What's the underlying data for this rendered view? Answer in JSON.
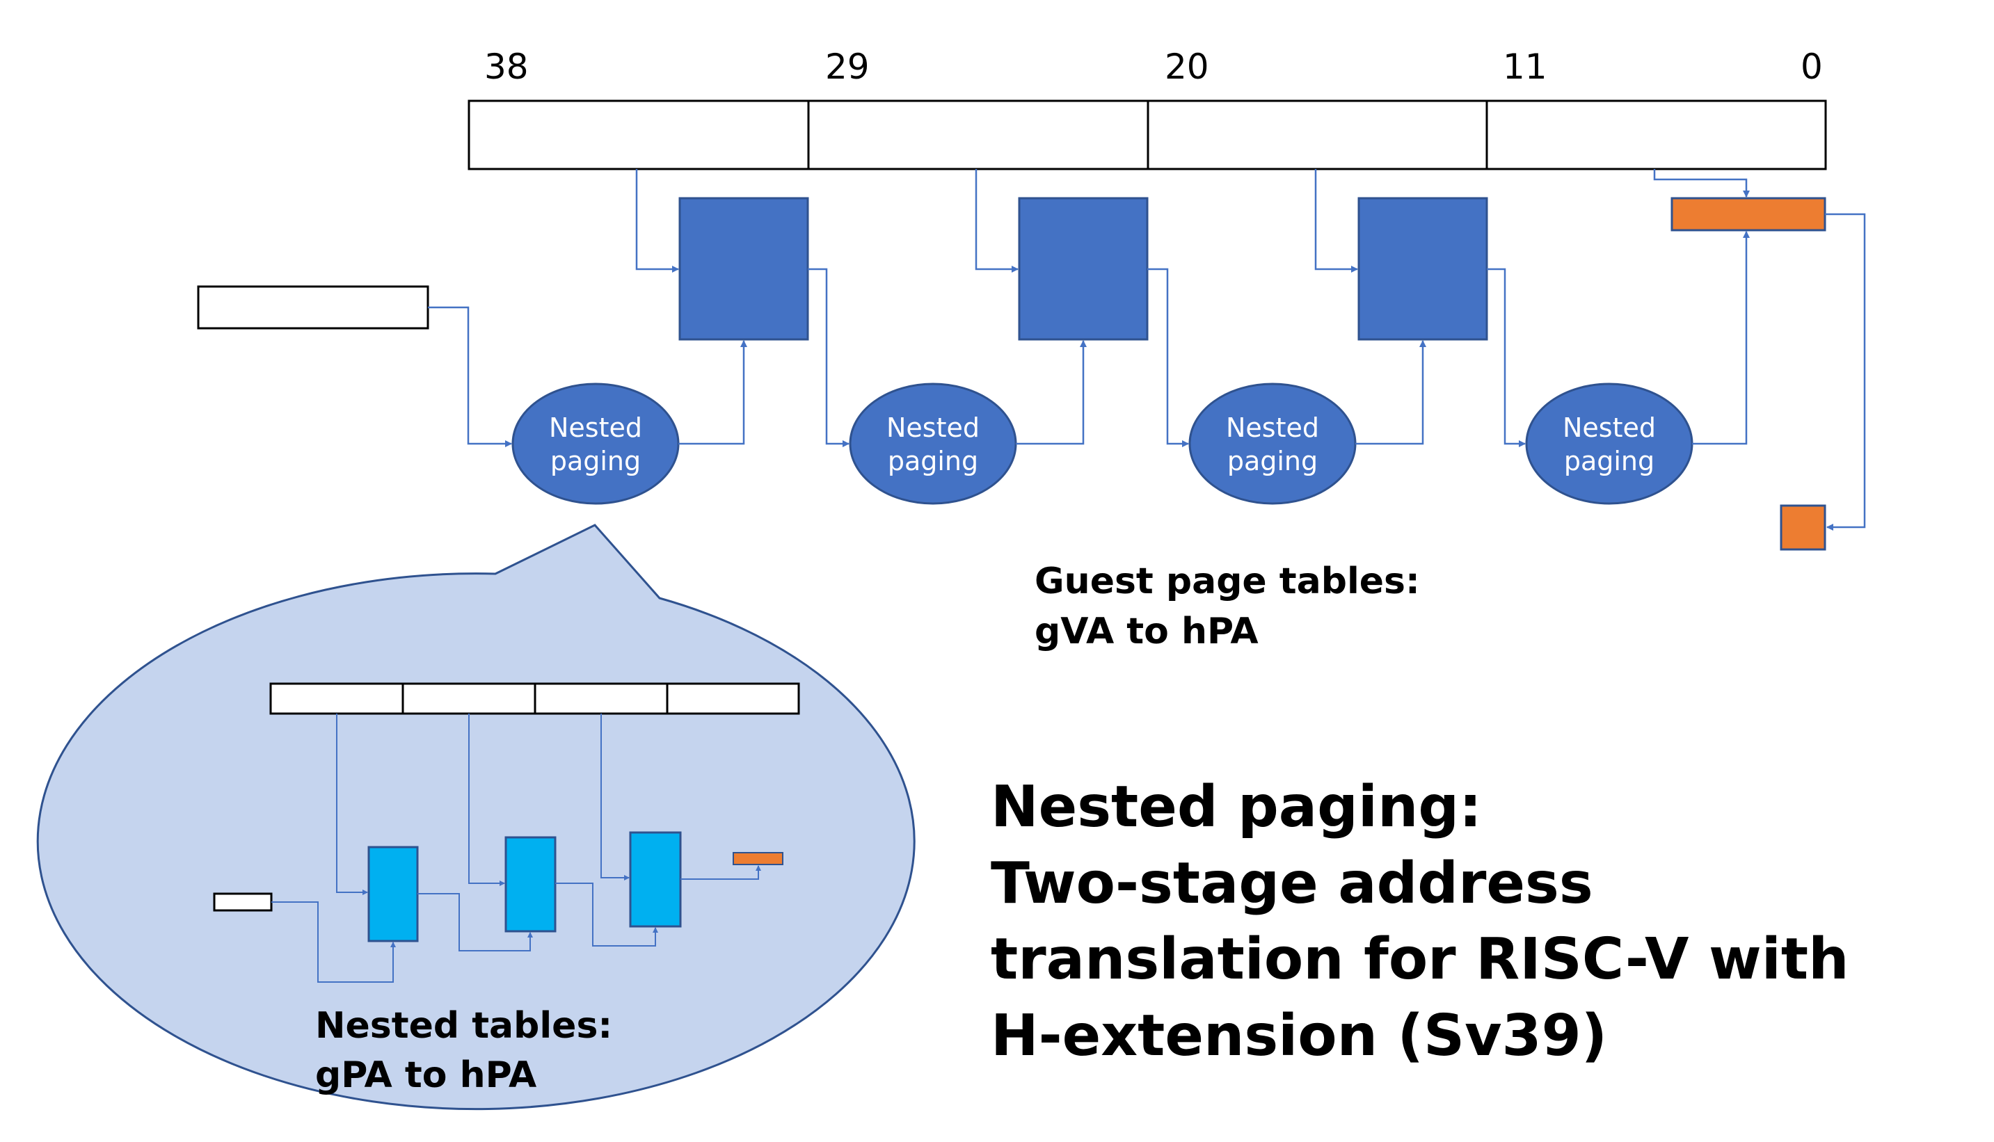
{
  "bit_labels": [
    "38",
    "29",
    "20",
    "11",
    "0"
  ],
  "nested_paging_label": [
    "Nested",
    "paging"
  ],
  "guest_caption": [
    "Guest page tables:",
    "gVA to hPA"
  ],
  "nested_caption": [
    "Nested tables:",
    "gPA to hPA"
  ],
  "headline": [
    "Nested paging:",
    "Two-stage address",
    "translation for RISC-V with",
    "H-extension (Sv39)"
  ],
  "colors": {
    "table_blue": "#4472C4",
    "line_blue": "#4472C4",
    "bubble_fill": "#C5D4EE",
    "nested_table_cyan": "#00B0F0",
    "orange": "#ED7D31"
  }
}
